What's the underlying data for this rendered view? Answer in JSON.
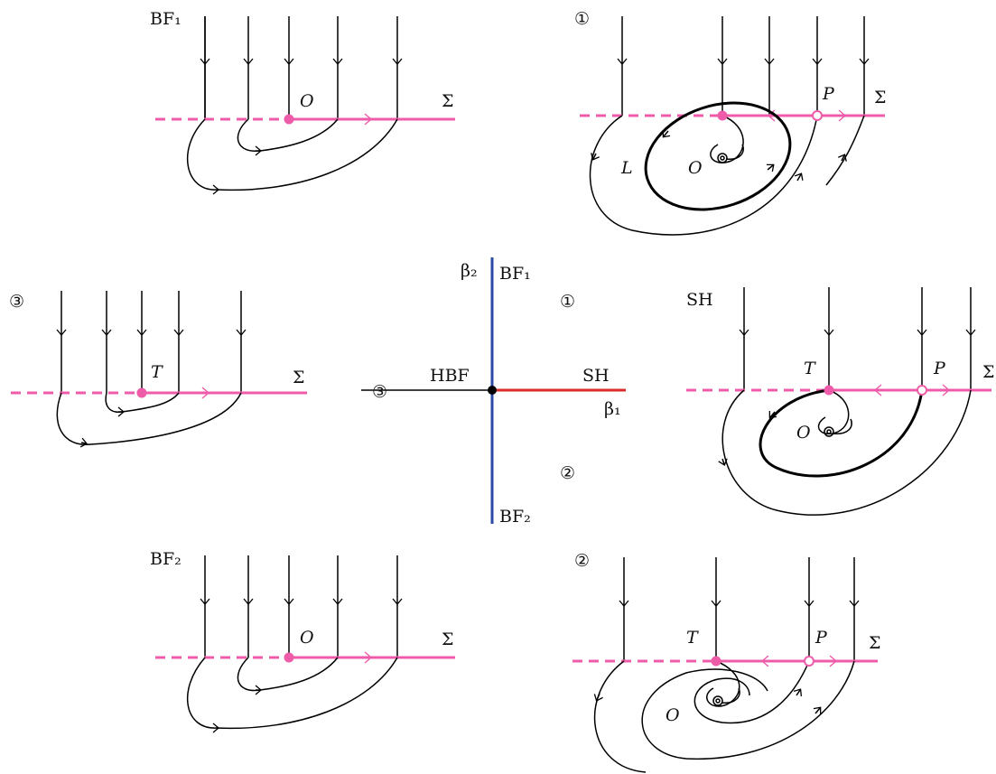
{
  "colors": {
    "sigma": "#ee5ca9",
    "orbit": "#000000",
    "bf_line": "#2c49a8",
    "sh_line": "#dd2b2b",
    "hbf_line": "#000000"
  },
  "center_diagram": {
    "beta2_label": "β₂",
    "beta1_label": "β₁",
    "bf1_label": "BF₁",
    "bf2_label": "BF₂",
    "hbf_label": "HBF",
    "sh_label": "SH",
    "region_labels": [
      "①",
      "②",
      "③"
    ]
  },
  "panels": [
    {
      "id": "BF1",
      "title": "BF₁",
      "labels": {
        "O": "O",
        "sigma": "Σ"
      }
    },
    {
      "id": "region1",
      "title": "①",
      "labels": {
        "P": "P",
        "sigma": "Σ",
        "L": "L",
        "O": "O"
      }
    },
    {
      "id": "region3",
      "title": "③",
      "labels": {
        "T": "T",
        "sigma": "Σ"
      }
    },
    {
      "id": "SH",
      "title": "SH",
      "labels": {
        "T": "T",
        "P": "P",
        "sigma": "Σ",
        "O": "O"
      }
    },
    {
      "id": "BF2",
      "title": "BF₂",
      "labels": {
        "O": "O",
        "sigma": "Σ"
      }
    },
    {
      "id": "region2",
      "title": "②",
      "labels": {
        "T": "T",
        "P": "P",
        "sigma": "Σ",
        "O": "O"
      }
    }
  ]
}
